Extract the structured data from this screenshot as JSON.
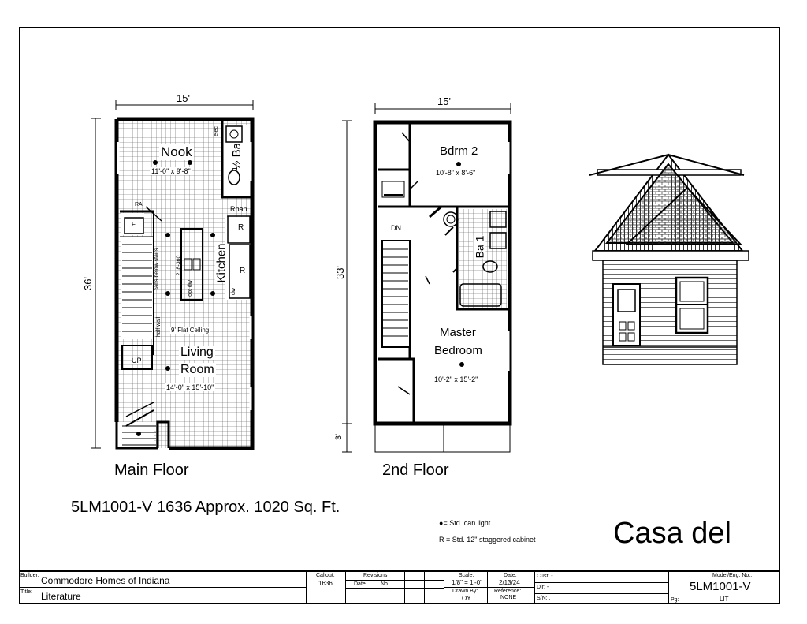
{
  "main_floor": {
    "caption": "Main Floor",
    "width_dim": "15'",
    "depth_dim": "36'",
    "rooms": {
      "nook": "Nook",
      "nook_size": "11'-0\" x 9'-8\"",
      "half_bath": "½ Ba",
      "kitchen": "Kitchen",
      "living": "Living",
      "room": "Room",
      "living_size": "14'-0\" x 15'-10\"",
      "flat_ceiling": "9' Flat Ceiling"
    },
    "notes": {
      "elec": "elec",
      "ra": "RA",
      "rpan": "Rpan",
      "r1": "R",
      "r2": "R",
      "f": "F",
      "cabs_below": "cabs below stairs",
      "sink_size": "218-360",
      "opt_dw": "opt dw",
      "dw": "dw",
      "half_wall": "half wall",
      "up": "UP"
    }
  },
  "second_floor": {
    "caption": "2nd Floor",
    "width_dim": "15'",
    "depth_dim": "33'",
    "porch_dim": "3'",
    "rooms": {
      "bdrm2": "Bdrm 2",
      "bdrm2_size": "10'-8\" x 8'-6\"",
      "ba1": "Ba 1",
      "master1": "Master",
      "master2": "Bedroom",
      "master_size": "10'-2\" x 15'-2\"",
      "dn": "DN"
    }
  },
  "model_line": "5LM1001-V 1636 Approx. 1020 Sq. Ft.",
  "legend": {
    "can_light": "= Std. can light",
    "cabinet": "R = Std. 12\" staggered cabinet"
  },
  "model_name": "Casa del",
  "title_block": {
    "builder_label": "Builder:",
    "builder": "Commodore Homes of Indiana",
    "title_label": "Title:",
    "title": "Literature",
    "callout_label": "Callout:",
    "callout": "1636",
    "revisions_label": "Revisions",
    "date_label": "Date",
    "no_label": "No.",
    "scale_label": "Scale:",
    "scale": "1/8\" = 1'-0\"",
    "drawn_label": "Drawn By:",
    "drawn": "OY",
    "date2_label": "Date:",
    "date2": "2/13/24",
    "reference_label": "Reference:",
    "reference": "NONE",
    "cust_label": "Cust: -",
    "dlr_label": "Dlr: -",
    "sn_label": "S/N: .",
    "model_eng_label": "Model/Eng. No.:",
    "model_eng": "5LM1001-V",
    "pg_label": "Pg:",
    "pg": "LIT"
  }
}
